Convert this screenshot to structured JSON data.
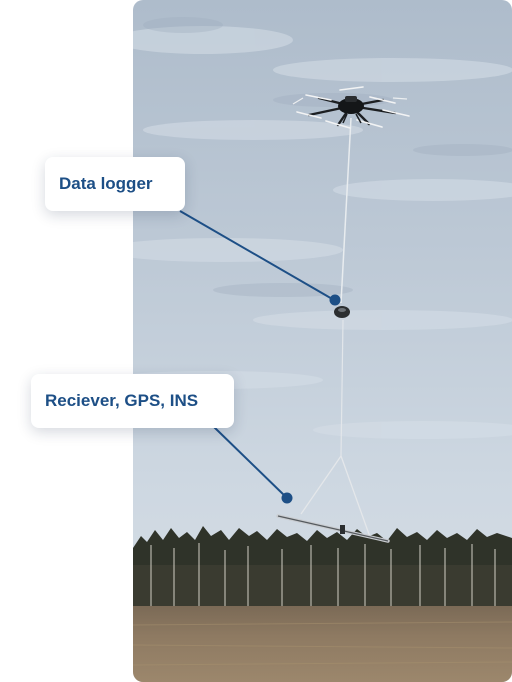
{
  "callouts": {
    "data_logger": "Data logger",
    "receiver": "Reciever, GPS, INS"
  },
  "colors": {
    "accent": "#1d4f86",
    "label_background": "#ffffff"
  },
  "scene": {
    "subject": "drone-with-suspended-sensor-frame",
    "background": "overcast-sky-forest-field"
  }
}
